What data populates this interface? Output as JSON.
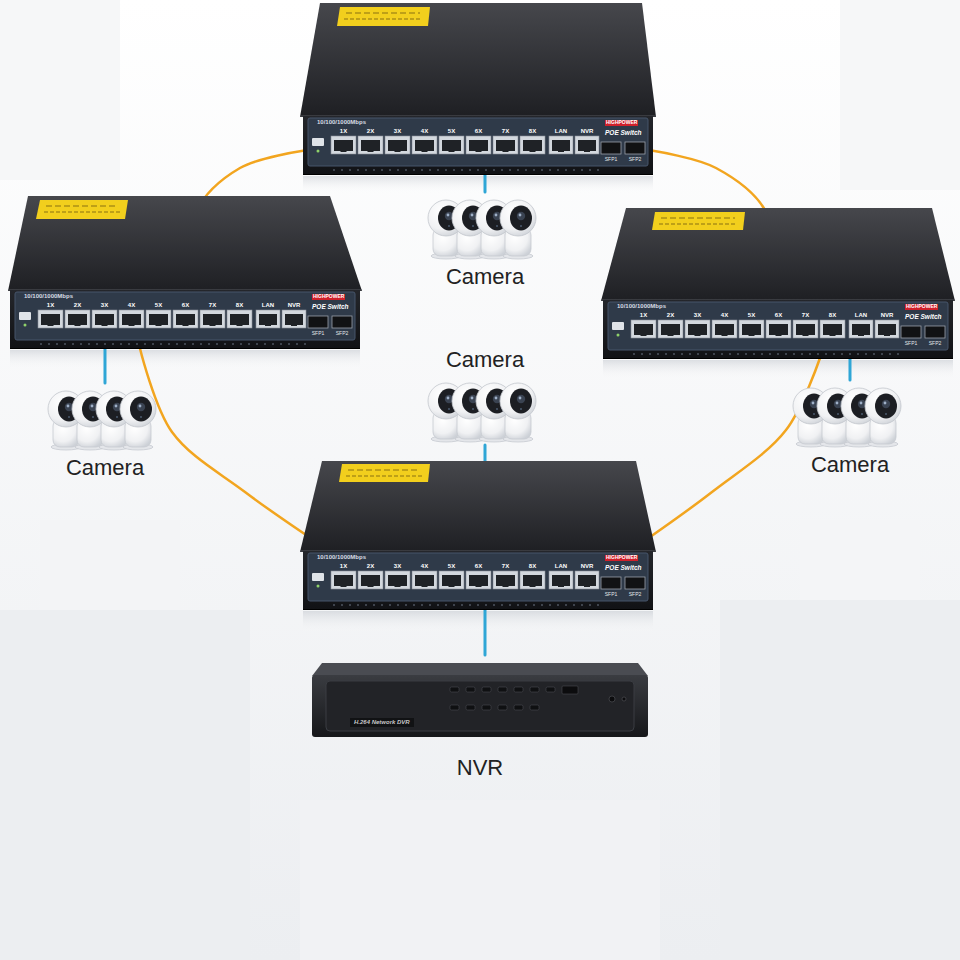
{
  "diagram": {
    "nodes": [
      {
        "text": [
          "10/100/1000Mbps",
          "1X",
          "2X",
          "3X",
          "4X",
          "5X",
          "6X",
          "7X",
          "8X",
          "LAN",
          "NVR",
          "HIGHPOWER",
          "POE Switch",
          "SFP1",
          "SFP2"
        ]
      },
      {
        "text": [
          "Camera"
        ]
      },
      {
        "text": [
          "10/100/1000Mbps",
          "1X",
          "2X",
          "3X",
          "4X",
          "5X",
          "6X",
          "7X",
          "8X",
          "LAN",
          "NVR",
          "HIGHPOWER",
          "POE Switch",
          "SFP1",
          "SFP2"
        ]
      },
      {
        "text": [
          "10/100/1000Mbps",
          "1X",
          "2X",
          "3X",
          "4X",
          "5X",
          "6X",
          "7X",
          "8X",
          "LAN",
          "NVR",
          "HIGHPOWER",
          "POE Switch",
          "SFP1",
          "SFP2"
        ]
      },
      {
        "text": [
          "Camera"
        ]
      },
      {
        "text": [
          "Camera"
        ]
      },
      {
        "text": [
          "Camera"
        ]
      },
      {
        "text": [
          "10/100/1000Mbps",
          "1X",
          "2X",
          "3X",
          "4X",
          "5X",
          "6X",
          "7X",
          "8X",
          "LAN",
          "NVR",
          "HIGHPOWER",
          "POE Switch",
          "SFP1",
          "SFP2"
        ]
      },
      {
        "text": [
          "H.264 Network DVR",
          "NVR"
        ]
      }
    ],
    "edges": [
      {
        "from": 0,
        "to": 2,
        "arrow": "none"
      },
      {
        "from": 0,
        "to": 3,
        "arrow": "none"
      },
      {
        "from": 2,
        "to": 7,
        "arrow": "none"
      },
      {
        "from": 3,
        "to": 7,
        "arrow": "none"
      },
      {
        "from": 0,
        "to": 1,
        "arrow": "none"
      },
      {
        "from": 2,
        "to": 5,
        "arrow": "none"
      },
      {
        "from": 3,
        "to": 6,
        "arrow": "none"
      },
      {
        "from": 4,
        "to": 7,
        "arrow": "none"
      },
      {
        "from": 7,
        "to": 8,
        "arrow": "none"
      }
    ]
  }
}
